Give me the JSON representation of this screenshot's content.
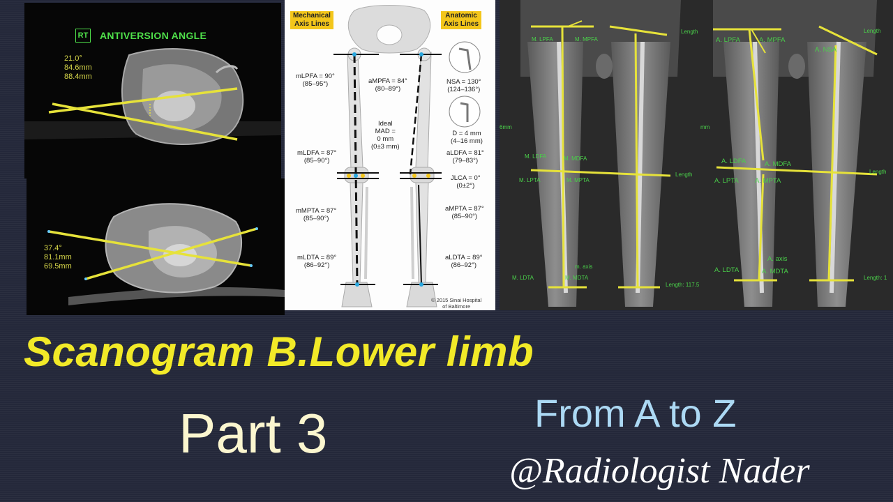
{
  "ct_top": {
    "badge": "RT",
    "title": "ANTIVERSION ANGLE",
    "measurements": [
      "21.0°",
      "84.6mm",
      "88.4mm"
    ]
  },
  "ct_bottom": {
    "measurements": [
      "37.4°",
      "81.1mm",
      "69.5mm"
    ]
  },
  "diagram": {
    "header_left": [
      "Mechanical",
      "Axis Lines"
    ],
    "header_right": [
      "Anatomic",
      "Axis Lines"
    ],
    "mlpfa": [
      "mLPFA = 90°",
      "(85–95°)"
    ],
    "ampfa": [
      "aMPFA = 84°",
      "(80–89°)"
    ],
    "nsa": [
      "NSA = 130°",
      "(124–136°)"
    ],
    "ideal": [
      "Ideal",
      "MAD =",
      "0 mm",
      "(0±3 mm)"
    ],
    "d": [
      "D = 4 mm",
      "(4–16 mm)"
    ],
    "mldfa": [
      "mLDFA = 87°",
      "(85–90°)"
    ],
    "aldfa": [
      "aLDFA = 81°",
      "(79–83°)"
    ],
    "jlca": [
      "JLCA = 0°",
      "(0±2°)"
    ],
    "mmpta": [
      "mMPTA = 87°",
      "(85–90°)"
    ],
    "ampta": [
      "aMPTA = 87°",
      "(85–90°)"
    ],
    "mldta": [
      "mLDTA = 89°",
      "(86–92°)"
    ],
    "aldta": [
      "aLDTA = 89°",
      "(86–92°)"
    ],
    "copyright": [
      "© 2015 Sinai Hospital",
      "of Baltimore"
    ]
  },
  "xray_left": {
    "labels": [
      "M. LPFA",
      "M. MPFA",
      "M. LDFA",
      "M. MDFA",
      "M. LPTA",
      "M. MPTA",
      "M. LDTA",
      "M. MDTA",
      "m. axis",
      "Length",
      "Length",
      "Length: 117.5",
      "6mm"
    ]
  },
  "xray_right": {
    "labels": [
      "A. LPFA",
      "A. MPFA",
      "A. NSA",
      "A. LDFA",
      "A. MDFA",
      "A. LPTA",
      "A. MPTA",
      "A. axis",
      "A. LDTA",
      "A. MDTA",
      "Length",
      "Length",
      "Length: 1",
      "mm"
    ]
  },
  "title": {
    "main": "Scanogram  B.Lower limb",
    "part": "Part 3",
    "subtitle": "From A to Z",
    "handle": "@Radiologist Nader"
  },
  "colors": {
    "background": "#24283a",
    "title_yellow": "#f2ea28",
    "subtitle_blue": "#acd9f4",
    "annotation_line": "#e6e23a",
    "ct_label_green": "#4fe04a"
  }
}
